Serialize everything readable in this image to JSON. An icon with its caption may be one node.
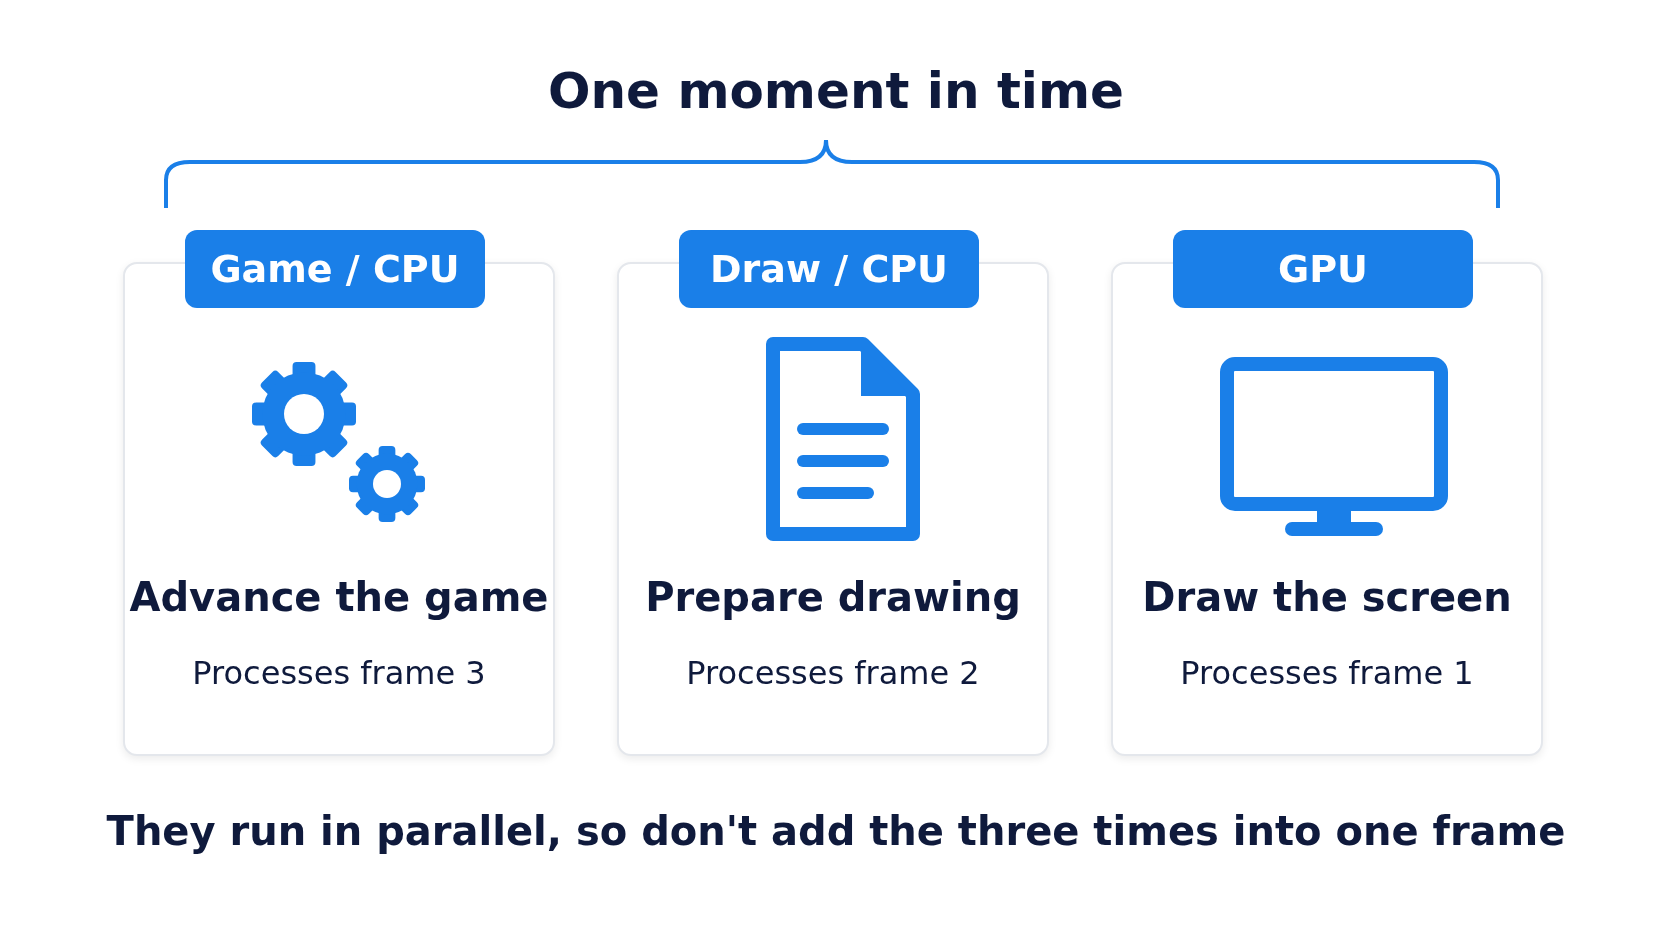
{
  "diagram": {
    "title": "One moment in time",
    "caption": "They run in parallel, so don't add the three times into one frame",
    "nodes": [
      {
        "text": [
          "Game / CPU",
          "Advance the game",
          "Processes frame 3"
        ]
      },
      {
        "text": [
          "Draw / CPU",
          "Prepare drawing",
          "Processes frame 2"
        ]
      },
      {
        "text": [
          "GPU",
          "Draw the screen",
          "Processes frame 1"
        ]
      }
    ]
  }
}
